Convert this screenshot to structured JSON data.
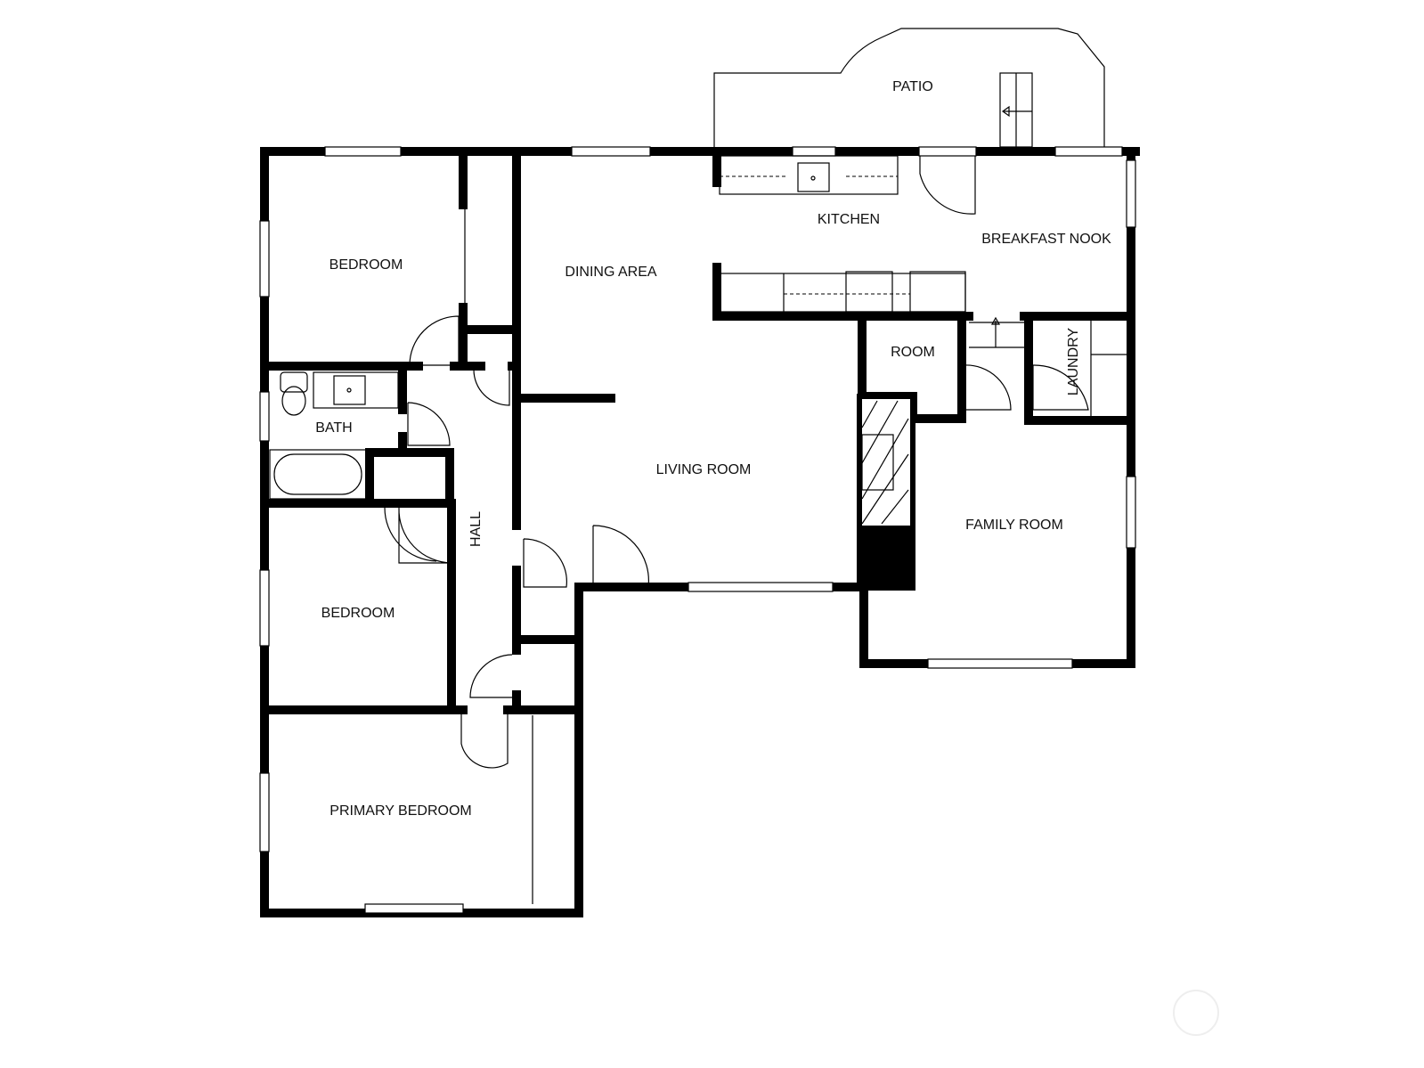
{
  "rooms": {
    "patio": "PATIO",
    "kitchen": "KITCHEN",
    "breakfast_nook": "BREAKFAST NOOK",
    "bedroom_1": "BEDROOM",
    "dining_area": "DINING AREA",
    "room": "ROOM",
    "laundry": "LAUNDRY",
    "bath": "BATH",
    "living_room": "LIVING ROOM",
    "family_room": "FAMILY ROOM",
    "hall": "HALL",
    "bedroom_2": "BEDROOM",
    "primary_bedroom": "PRIMARY BEDROOM"
  }
}
